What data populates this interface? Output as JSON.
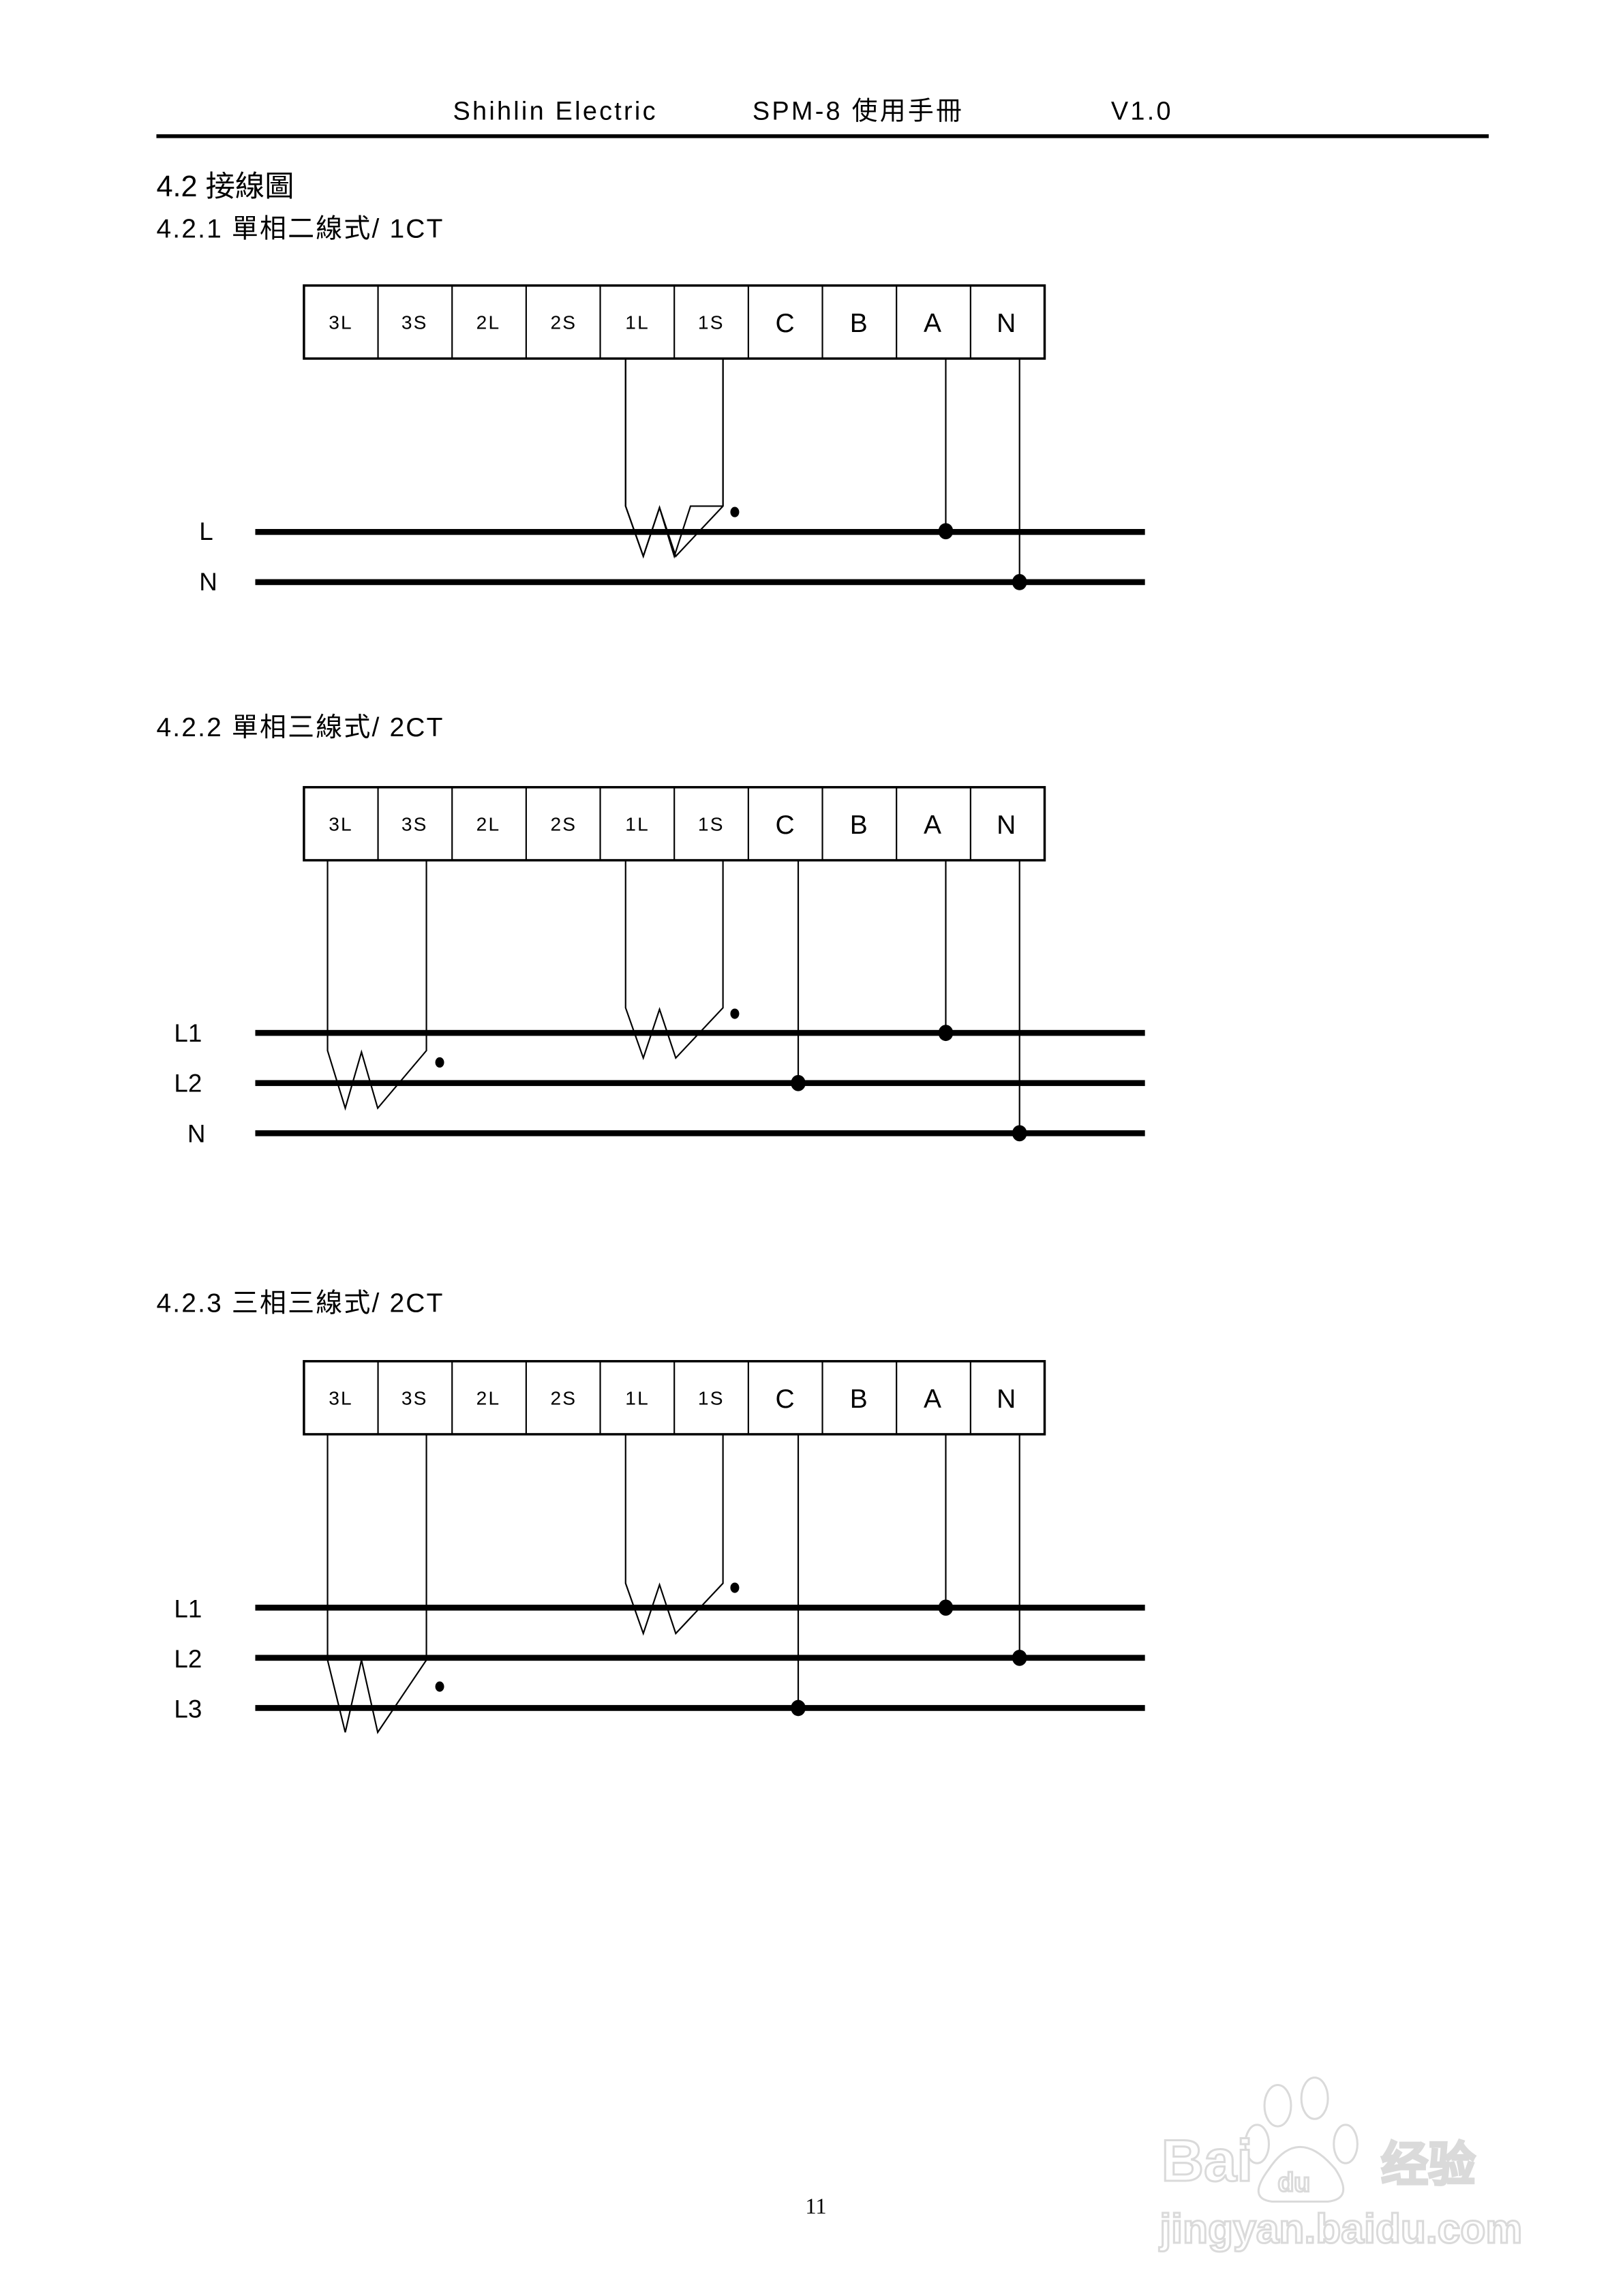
{
  "header": {
    "company": "Shihlin Electric",
    "document": "SPM-8  使用手冊",
    "version": "V1.0"
  },
  "section": {
    "title": "4.2  接線圖"
  },
  "terminal_labels": [
    "3L",
    "3S",
    "2L",
    "2S",
    "1L",
    "1S",
    "C",
    "B",
    "A",
    "N"
  ],
  "diagrams": [
    {
      "heading": "4.2.1  單相二線式/ 1CT",
      "lines": [
        "L",
        "N"
      ],
      "connections": {
        "1L-1S": "CT on L",
        "A": "L",
        "N": "N"
      }
    },
    {
      "heading": "4.2.2  單相三線式/ 2CT",
      "lines": [
        "L1",
        "L2",
        "N"
      ],
      "connections": {
        "1L-1S": "CT on L1",
        "3L-3S": "CT on L2",
        "C": "L2",
        "A": "L1",
        "N": "N"
      }
    },
    {
      "heading": "4.2.3  三相三線式/ 2CT",
      "lines": [
        "L1",
        "L2",
        "L3"
      ],
      "connections": {
        "1L-1S": "CT on L1",
        "3L-3S": "CT on L3",
        "C": "L3",
        "A": "L1",
        "N": "L2"
      }
    }
  ],
  "footer": {
    "page_number": "11"
  },
  "watermark": {
    "brand": "Bai du 经验",
    "url": "jingyan.baidu.com"
  }
}
